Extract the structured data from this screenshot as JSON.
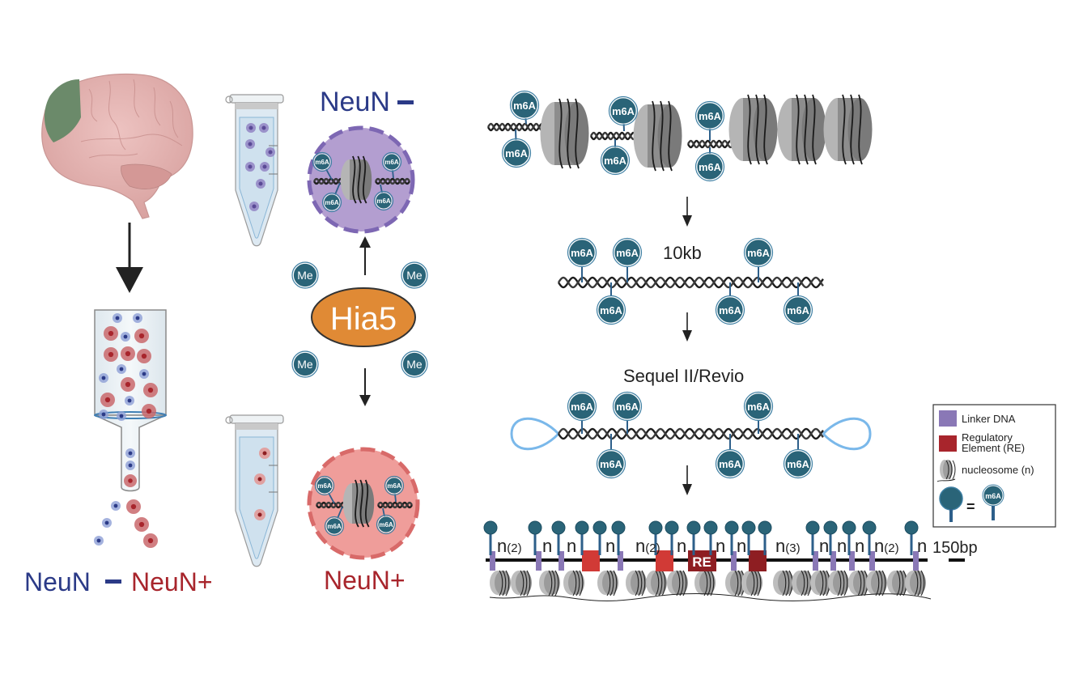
{
  "colors": {
    "neun_neg": "#2b3a87",
    "neun_pos": "#a8252c",
    "m6a_fill": "#2a6478",
    "m6a_stem": "#2d5f8a",
    "hia5_fill": "#e08a35",
    "brain": "#e6b4b2",
    "brain_region": "#6b8a6a",
    "linker": "#8a78b6",
    "re_light": "#d13a36",
    "re_dark": "#8e1e22",
    "loop": "#7ab8ea",
    "nuc_pos_bg": "#ef9d9a",
    "nuc_neg_bg": "#b39ed0"
  },
  "left_panel": {
    "sort_label_neg": "NeuN",
    "sort_label_neg_sign": "−",
    "sort_label_pos": "NeuN+"
  },
  "middle_panel": {
    "top_label": "NeuN",
    "top_label_sign": "−",
    "bottom_label": "NeuN+",
    "enzyme": "Hia5",
    "methyl_badge": "Me",
    "methyl_badges_count": 4,
    "mark_label": "m6A"
  },
  "right_panel": {
    "fragment_label": "10kb",
    "platform_label": "Sequel II/Revio",
    "scale_bar_label": "150bp",
    "mark_label": "m6A",
    "re_box_label": "RE",
    "nucleosome_labels": [
      "n(2)",
      "n",
      "n",
      "n",
      "n(2)",
      "n",
      "n",
      "n",
      "n(3)",
      "n",
      "n",
      "n",
      "n(2)",
      "n"
    ]
  },
  "legend": {
    "items": [
      {
        "key": "linker",
        "label": "Linker DNA"
      },
      {
        "key": "re",
        "label_line1": "Regulatory",
        "label_line2": "Element (RE)"
      },
      {
        "key": "nucleosome",
        "label": "nucleosome (n)"
      },
      {
        "key": "m6a",
        "equals": "=",
        "label": "m6A"
      }
    ]
  }
}
